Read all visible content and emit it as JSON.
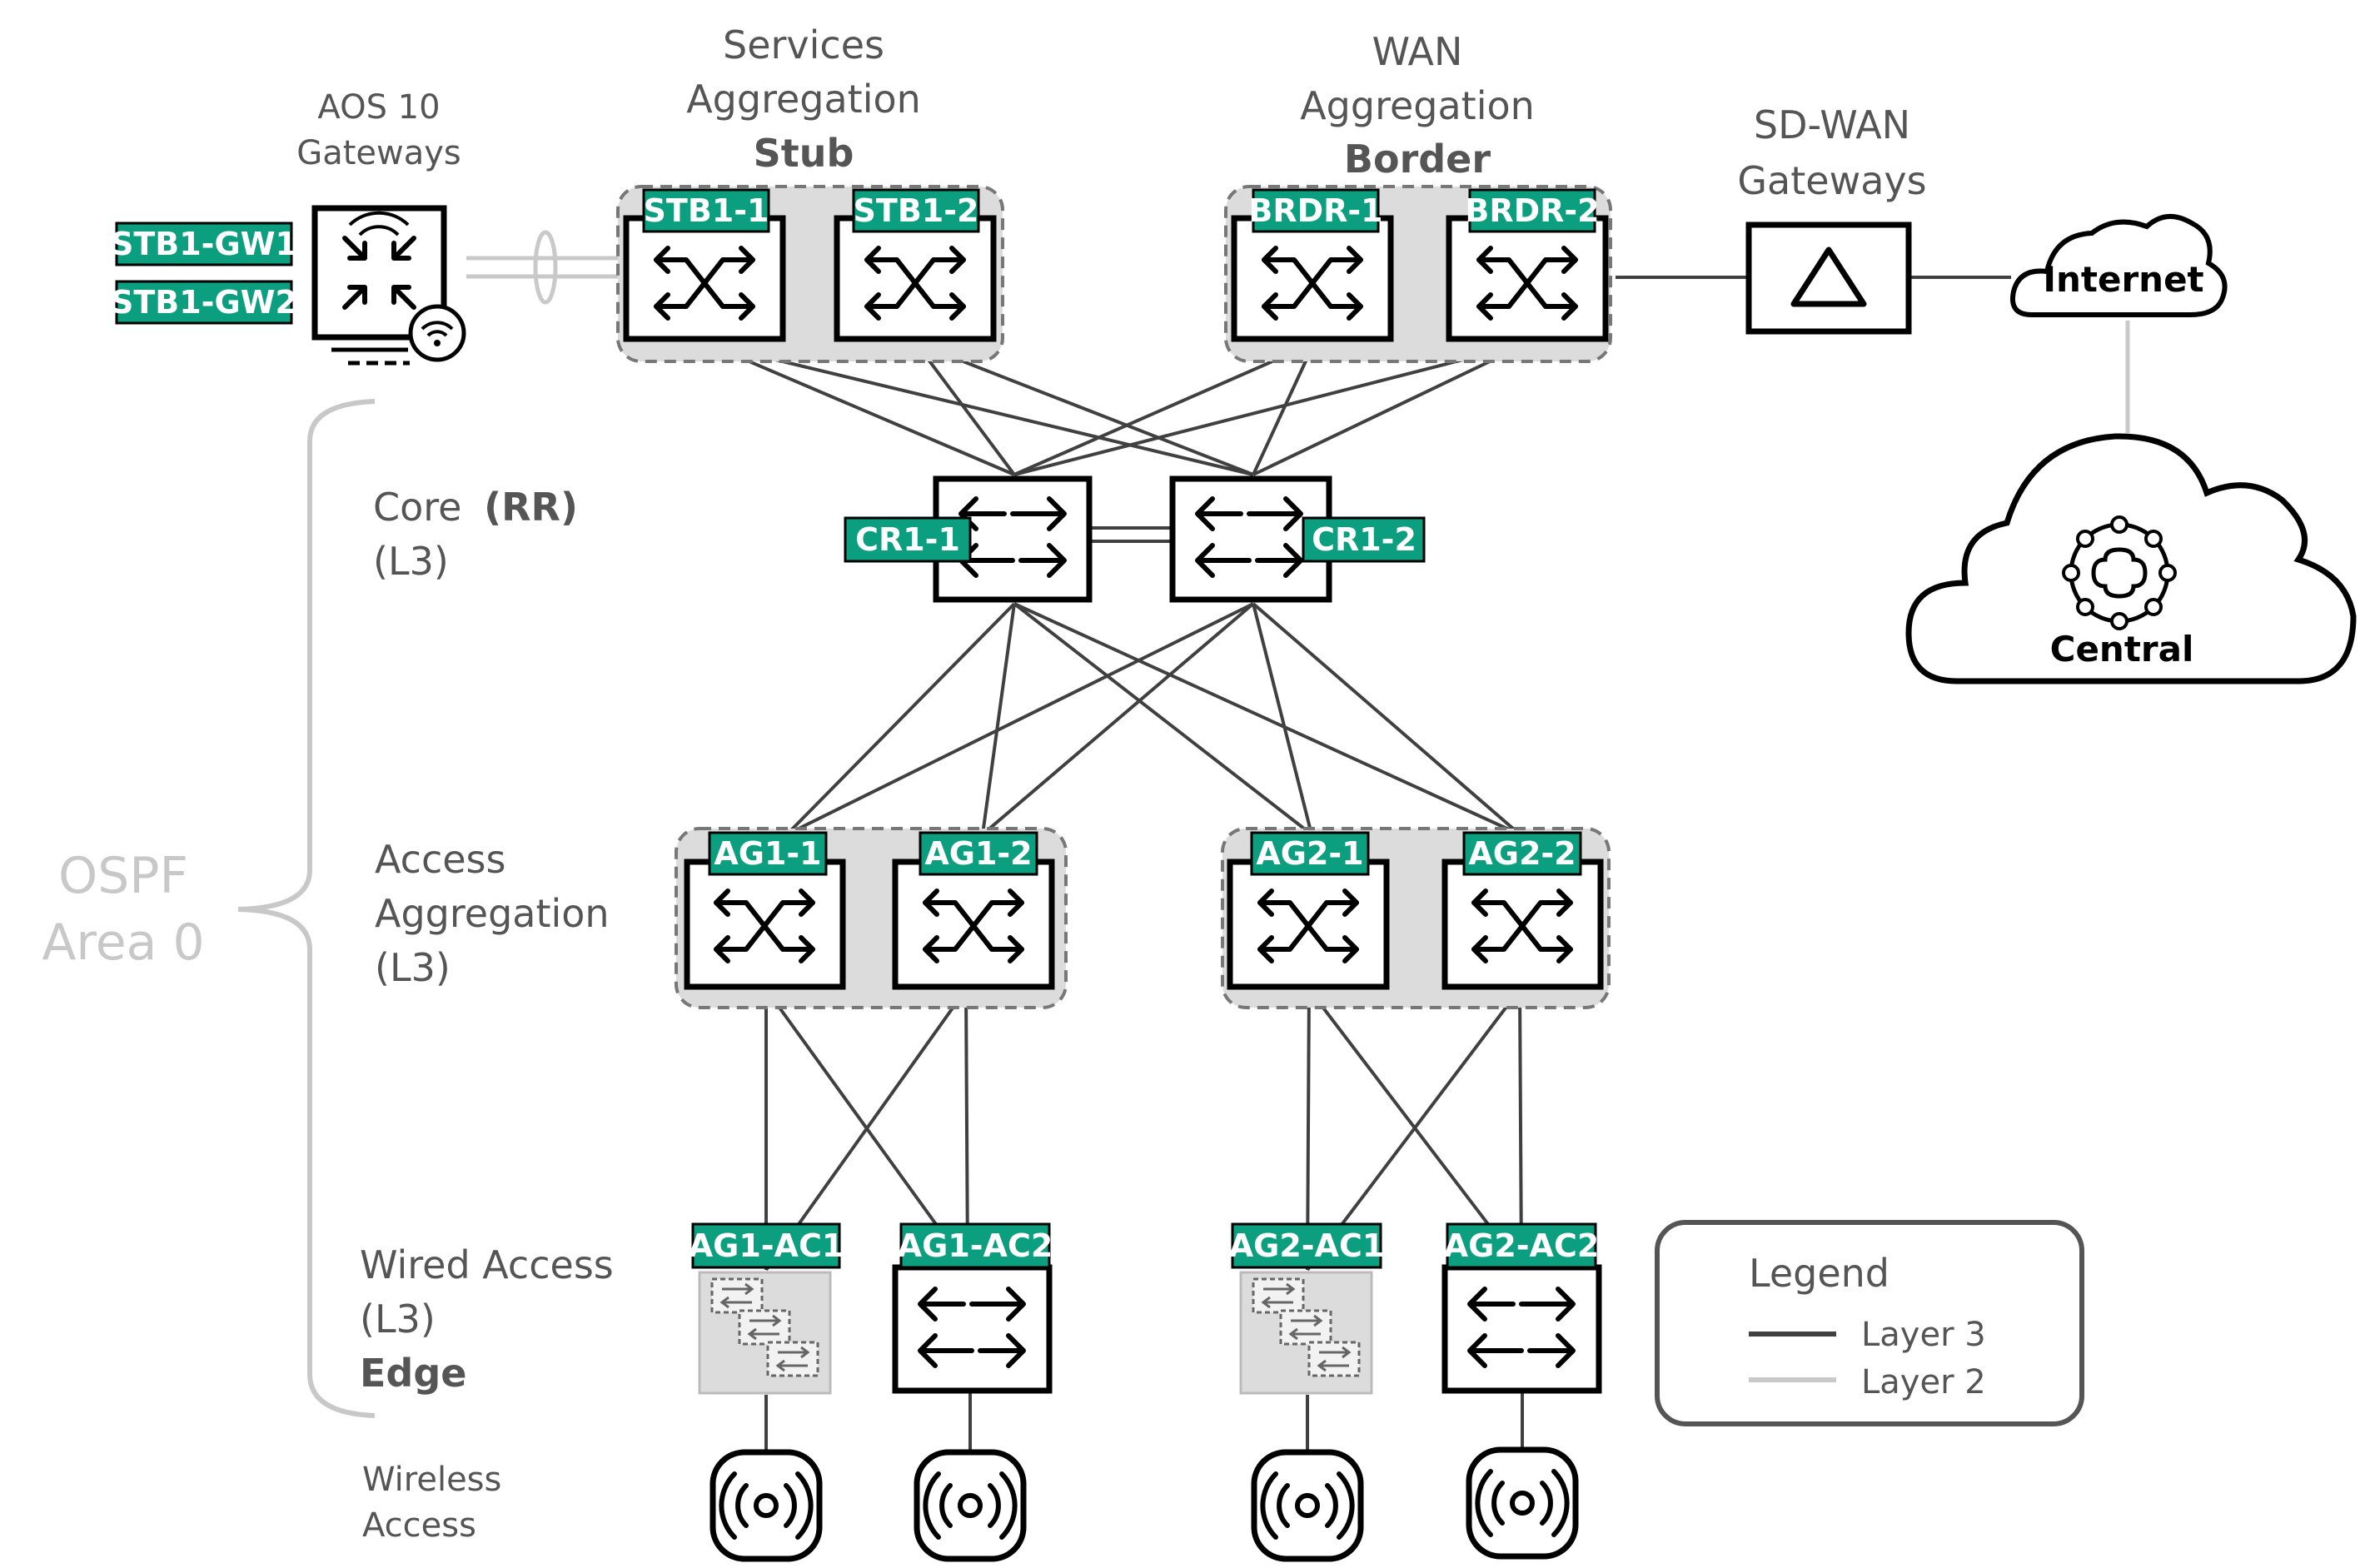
{
  "tiers": {
    "gateways": [
      "AOS 10",
      "Gateways"
    ],
    "services": [
      "Services",
      "Aggregation"
    ],
    "services_role": "Stub",
    "wan": [
      "WAN",
      "Aggregation"
    ],
    "wan_role": "Border",
    "sdwan": [
      "SD-WAN",
      "Gateways"
    ],
    "core": "Core",
    "core_role": "(RR)",
    "core_layer": "(L3)",
    "access_agg": [
      "Access",
      "Aggregation",
      "(L3)"
    ],
    "wired": [
      "Wired Access",
      "(L3)"
    ],
    "wired_role": "Edge",
    "wireless": [
      "Wireless",
      "Access"
    ]
  },
  "ospf": [
    "OSPF",
    "Area 0"
  ],
  "devices": {
    "gw1": "STB1-GW1",
    "gw2": "STB1-GW2",
    "stb1": "STB1-1",
    "stb2": "STB1-2",
    "brdr1": "BRDR-1",
    "brdr2": "BRDR-2",
    "cr1": "CR1-1",
    "cr2": "CR1-2",
    "ag11": "AG1-1",
    "ag12": "AG1-2",
    "ag21": "AG2-1",
    "ag22": "AG2-2",
    "ag1ac1": "AG1-AC1",
    "ag1ac2": "AG1-AC2",
    "ag2ac1": "AG2-AC1",
    "ag2ac2": "AG2-AC2"
  },
  "clouds": {
    "internet": "Internet",
    "central": "Central"
  },
  "legend": {
    "title": "Legend",
    "layer3": "Layer 3",
    "layer2": "Layer 2",
    "layer3_color": "#404040",
    "layer2_color": "#c9c9c9"
  },
  "colors": {
    "tag": "#0c9f7f",
    "group": "#dcdcdc"
  }
}
